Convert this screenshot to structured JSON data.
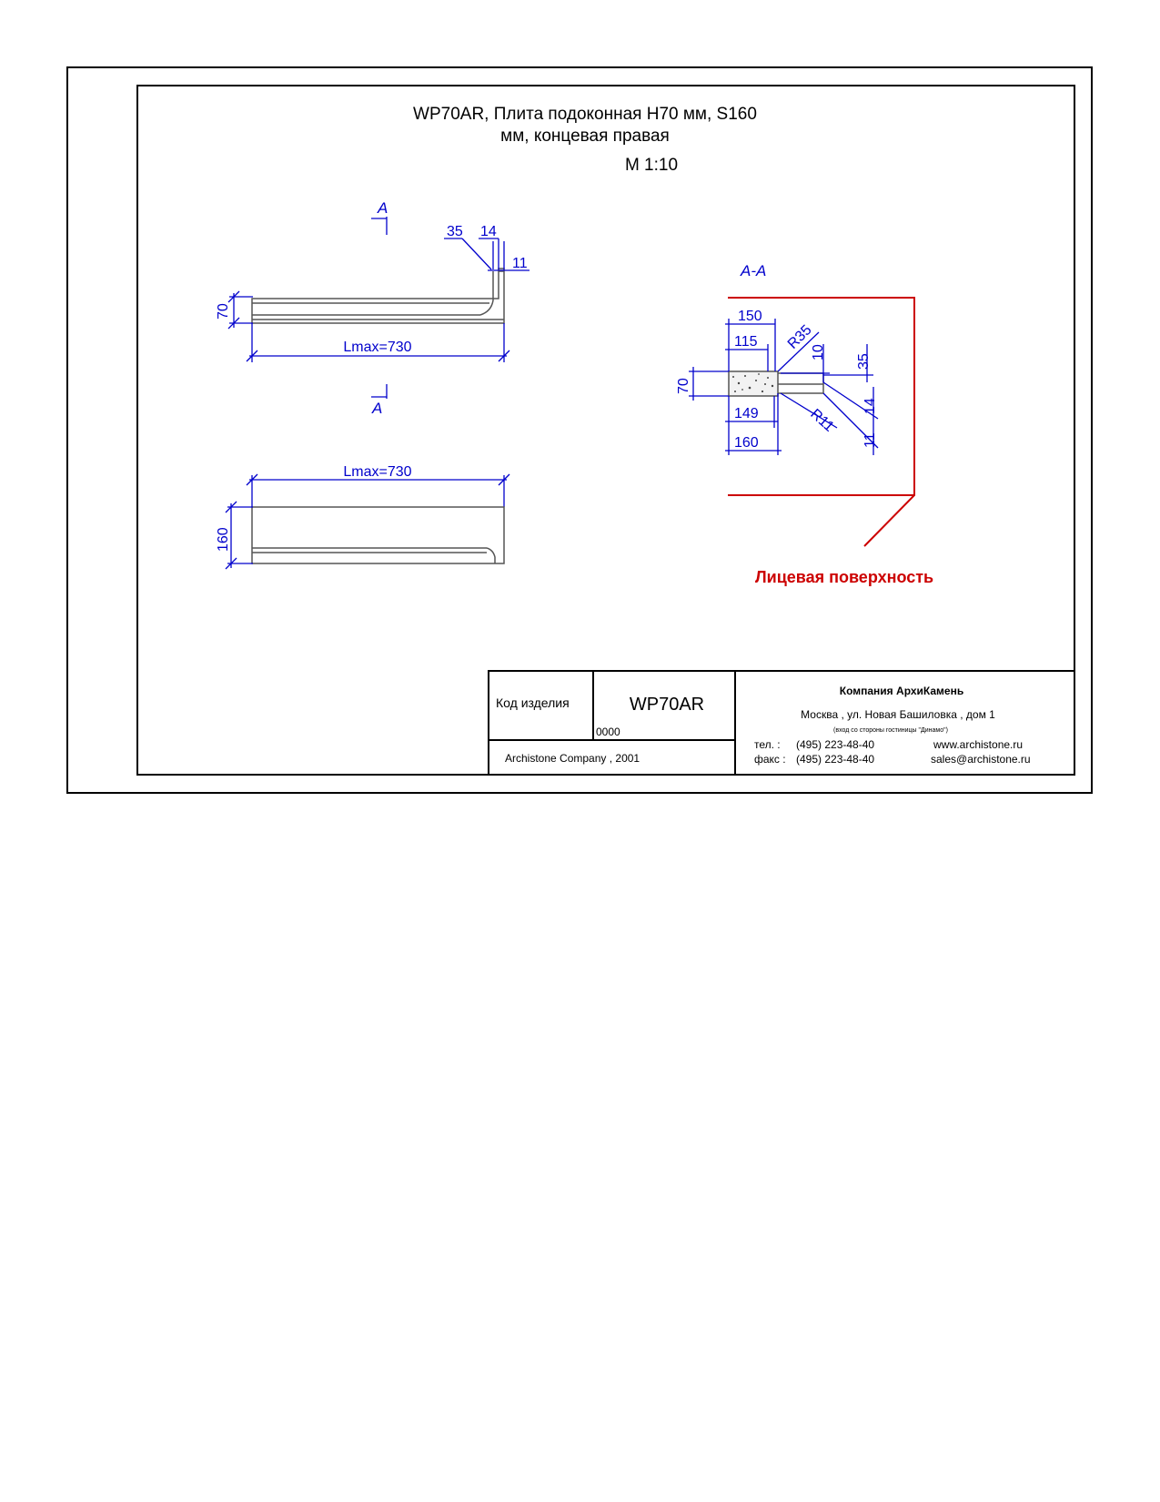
{
  "title": {
    "line1": "WP70AR, Плита подоконная Н70 мм, S160",
    "line2": "мм, концевая правая",
    "scale": "М 1:10"
  },
  "front_view": {
    "section_mark": "A",
    "dim_35": "35",
    "dim_14": "14",
    "dim_11": "11",
    "dim_70": "70",
    "length": "Lmax=730"
  },
  "top_view": {
    "length": "Lmax=730",
    "depth": "160"
  },
  "section": {
    "label": "A-A",
    "dim_150": "150",
    "dim_115": "115",
    "dim_r35": "R35",
    "dim_10": "10",
    "dim_35": "35",
    "dim_70": "70",
    "dim_149": "149",
    "dim_r11": "R11",
    "dim_14": "14",
    "dim_11": "11",
    "dim_160": "160",
    "face_label": "Лицевая поверхность"
  },
  "title_block": {
    "code_label": "Код изделия",
    "code_value": "WP70AR",
    "code_sub": "0000",
    "footer": "Archistone  Company ,  2001",
    "company": "Компания  АрхиКамень",
    "address": "Москва , ул. Новая Башиловка , дом 1",
    "address_note": "(вход со стороны гостиницы \"Динамо\")",
    "tel_label": "тел.   :",
    "tel": "(495) 223-48-40",
    "fax_label": "факс :",
    "fax": "(495) 223-48-40",
    "web": "www.archistone.ru",
    "email": "sales@archistone.ru"
  },
  "colors": {
    "dimension": "#0000cc",
    "face": "#cc0000",
    "outline": "#000000"
  }
}
